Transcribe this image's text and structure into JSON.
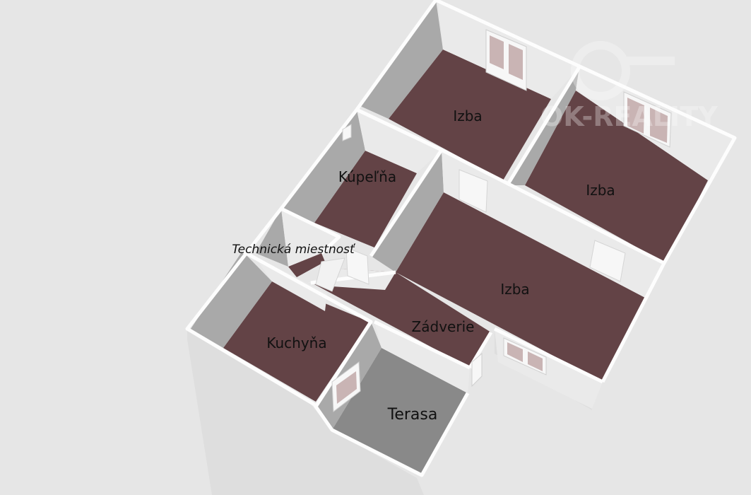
{
  "watermark": {
    "brand": "OK-REALITY"
  },
  "rooms": [
    {
      "id": "izba-1",
      "label": "Izba",
      "type": "room"
    },
    {
      "id": "izba-2",
      "label": "Izba",
      "type": "room"
    },
    {
      "id": "izba-3",
      "label": "Izba",
      "type": "room"
    },
    {
      "id": "kupelna",
      "label": "Kúpeľňa",
      "type": "bathroom"
    },
    {
      "id": "technicka",
      "label": "Technická miestnosť",
      "type": "utility"
    },
    {
      "id": "kuchyna",
      "label": "Kuchyňa",
      "type": "kitchen"
    },
    {
      "id": "zadverie",
      "label": "Zádverie",
      "type": "hallway"
    },
    {
      "id": "terasa",
      "label": "Terasa",
      "type": "terrace"
    }
  ],
  "colors": {
    "background": "#e6e6e6",
    "floor": "#634346",
    "terrace_floor": "#898989",
    "wall_top": "#fdfdfd",
    "wall_dark": "#a9a9a9",
    "wall_light": "#e9e9e9",
    "window_frame": "#f7f7f7",
    "window_glass": "#c9b4b4"
  }
}
